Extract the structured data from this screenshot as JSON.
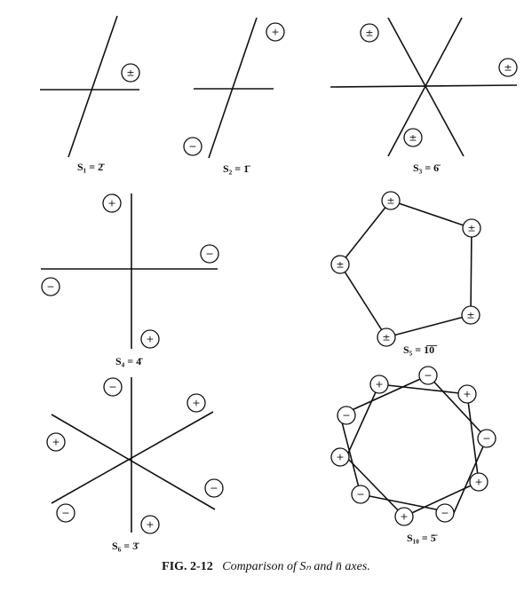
{
  "figure": {
    "number": "FIG. 2-12",
    "caption": "Comparison of Sₙ and n̄ axes."
  },
  "panels": [
    {
      "id": "s1",
      "label": "S₁ = 2̄",
      "symbols": [
        "±"
      ]
    },
    {
      "id": "s2",
      "label": "S₂ = 1̄",
      "symbols": [
        "+",
        "−"
      ]
    },
    {
      "id": "s3",
      "label": "S₃ = 6̄",
      "symbols": [
        "±",
        "±",
        "±"
      ]
    },
    {
      "id": "s4",
      "label": "S₄ = 4̄",
      "symbols": [
        "+",
        "−",
        "−",
        "+"
      ]
    },
    {
      "id": "s5",
      "label": "S₅ = 1̅0̅",
      "symbols": [
        "±",
        "±",
        "±",
        "±",
        "±"
      ]
    },
    {
      "id": "s6",
      "label": "S₆ = 3̄",
      "symbols": [
        "−",
        "+",
        "+",
        "−",
        "−",
        "+"
      ]
    },
    {
      "id": "s10",
      "label": "S₁₀ = 5̄",
      "symbols": [
        "+",
        "−",
        "+",
        "−",
        "+",
        "−",
        "+",
        "−",
        "+",
        "−"
      ]
    }
  ]
}
